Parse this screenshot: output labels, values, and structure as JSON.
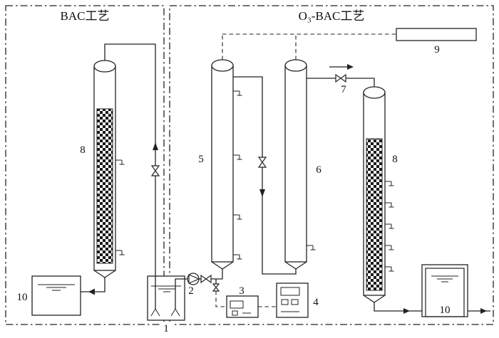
{
  "sections": {
    "bac": {
      "title": "BAC工艺"
    },
    "o3bac": {
      "title": "O₃-BAC工艺"
    }
  },
  "labels": {
    "raw_water_tank": "1",
    "feed_pump": "2",
    "gas_flowmeter": "3",
    "ozone_generator": "4",
    "contact_column_5": "5",
    "contact_column_6": "6",
    "valve_7": "7",
    "bac_column_left": "8",
    "bac_column_right": "8",
    "offgas_unit_9": "9",
    "effluent_tank_left": "10",
    "effluent_tank_right": "10"
  }
}
